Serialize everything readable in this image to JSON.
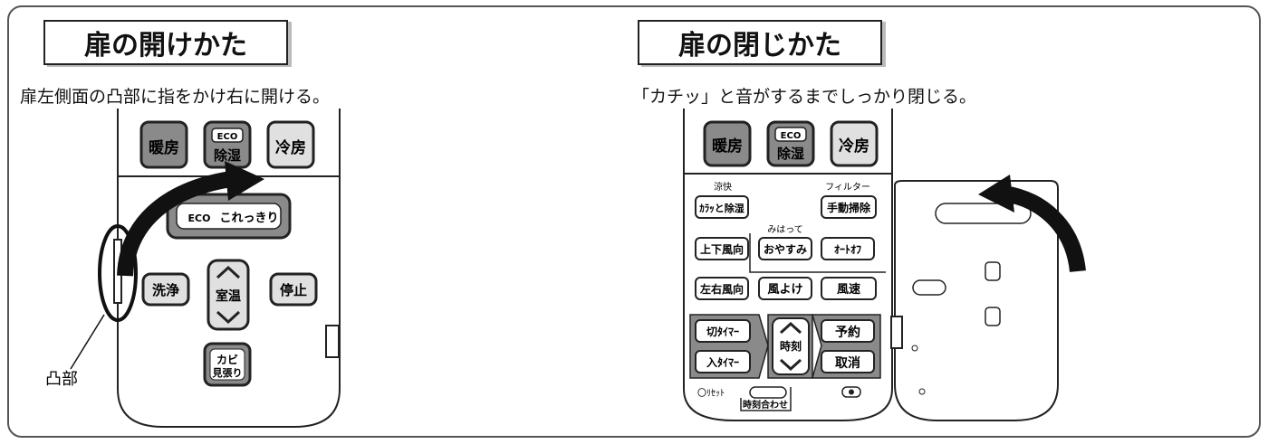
{
  "open": {
    "title": "扉の開けかた",
    "caption": "扉左側面の凸部に指をかけ右に開ける。",
    "callout": "凸部",
    "buttons": {
      "heat": "暖房",
      "eco_top": "ECO",
      "eco_dry": "除湿",
      "cool": "冷房",
      "eco_clear": "これっきり",
      "wash": "洗浄",
      "room_temp": "室温",
      "stop": "停止",
      "mold_1": "カビ",
      "mold_2": "見張り"
    }
  },
  "close": {
    "title": "扉の閉じかた",
    "caption": "「カチッ」と音がするまでしっかり閉じる。",
    "buttons": {
      "heat": "暖房",
      "eco_top": "ECO",
      "eco_dry": "除湿",
      "cool": "冷房",
      "cool_fast": "涼快",
      "karatto": "ｶﾗｯと除湿",
      "filter": "フィルター",
      "manual_clean": "手動掃除",
      "mihatte": "みはって",
      "updown": "上下風向",
      "sleep": "おやすみ",
      "auto_off": "ｵｰﾄｵﾌ",
      "leftright": "左右風向",
      "wind_avoid": "風よけ",
      "wind_speed": "風速",
      "off_timer": "切ﾀｲﾏｰ",
      "on_timer": "入ﾀｲﾏｰ",
      "clock": "時刻",
      "reserve": "予約",
      "cancel": "取消",
      "reset": "〇ﾘｾｯﾄ",
      "clock_set": "時刻合わせ"
    }
  },
  "colors": {
    "button_dark": "#8a8a8a",
    "button_light": "#e0e0e0",
    "outline": "#222",
    "frame": "#555"
  }
}
